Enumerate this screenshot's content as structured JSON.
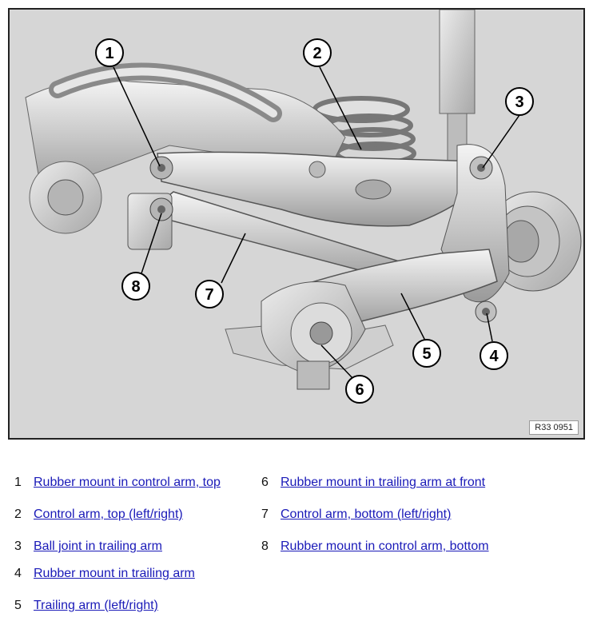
{
  "figure": {
    "reference": "R33 0951",
    "callouts": [
      "1",
      "2",
      "3",
      "4",
      "5",
      "6",
      "7",
      "8"
    ]
  },
  "legend": [
    {
      "num": "1",
      "label": "Rubber mount in control arm, top"
    },
    {
      "num": "2",
      "label": "Control arm, top (left/right)"
    },
    {
      "num": "3",
      "label": "Ball joint in trailing arm"
    },
    {
      "num": "4",
      "label": "Rubber mount in trailing arm"
    },
    {
      "num": "5",
      "label": "Trailing arm (left/right)"
    },
    {
      "num": "6",
      "label": "Rubber mount in trailing arm at front"
    },
    {
      "num": "7",
      "label": "Control arm, bottom (left/right)"
    },
    {
      "num": "8",
      "label": "Rubber mount in control arm, bottom"
    }
  ],
  "colors": {
    "link": "#1a1ab8",
    "background": "#d6d6d6"
  }
}
